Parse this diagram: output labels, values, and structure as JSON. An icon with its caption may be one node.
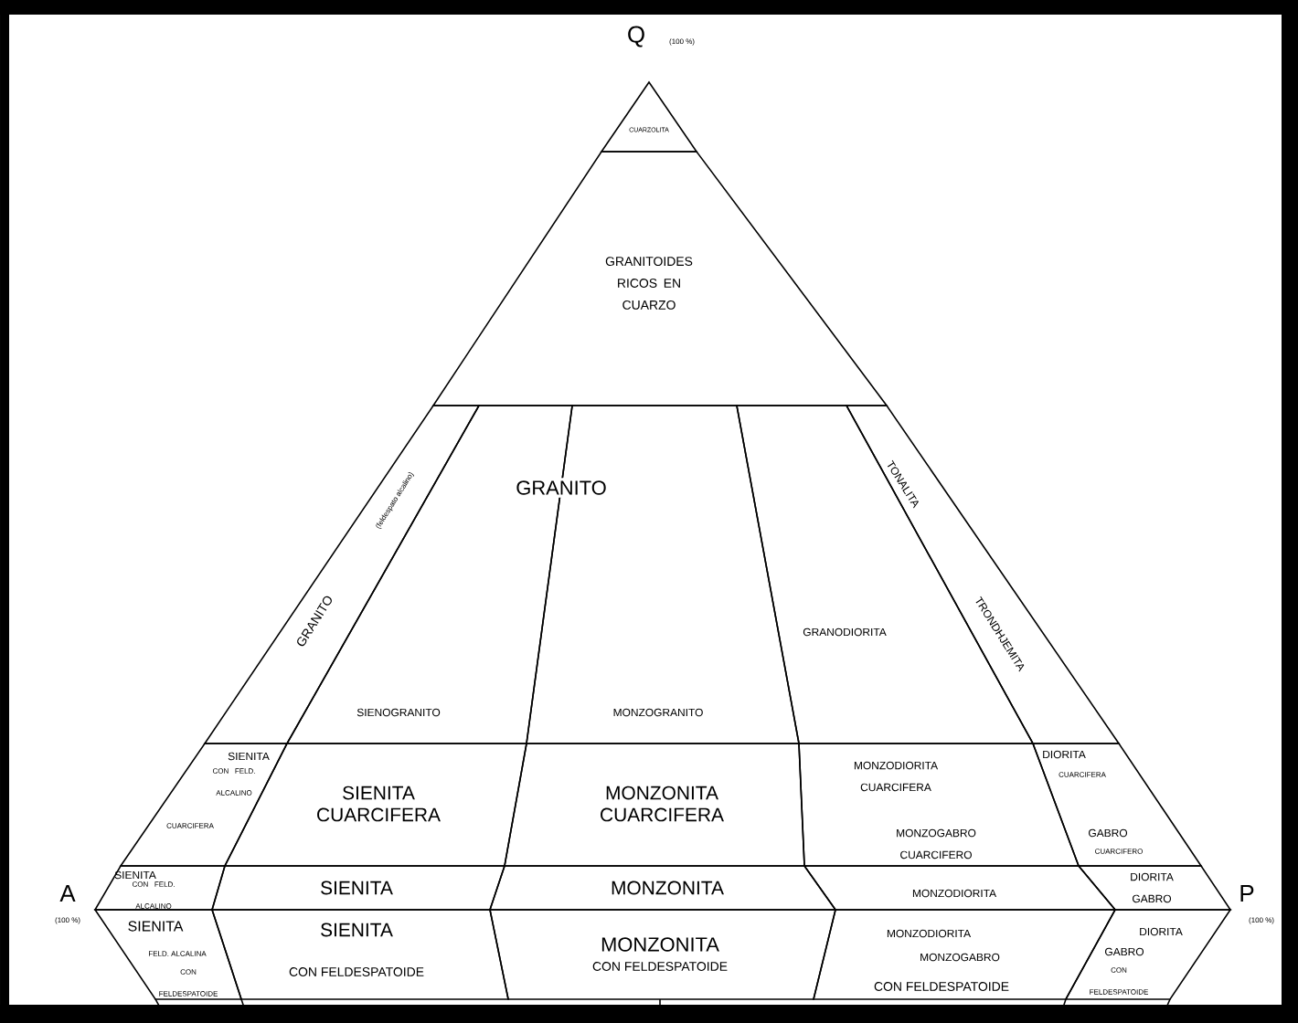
{
  "diagram": {
    "nodes": [
      {
        "text": [
          "CUARZOLITA"
        ]
      },
      {
        "text": [
          "GRANITOIDES RICOS EN CUARZO"
        ]
      },
      {
        "text": [
          "GRANITO",
          "(feldespato alcalino)"
        ]
      },
      {
        "text": [
          "SIENOGRANITO"
        ]
      },
      {
        "text": [
          "MONZOGRANITO"
        ]
      },
      {
        "text": [
          "GRANODIORITA"
        ]
      },
      {
        "text": [
          "TONALITA",
          "TRONDHJEMITA"
        ]
      },
      {
        "text": [
          "SIENITA",
          "CON FELD. ALCALINO",
          "CUARCIFERA"
        ]
      },
      {
        "text": [
          "SIENITA CUARCIFERA"
        ]
      },
      {
        "text": [
          "MONZONITA CUARCIFERA"
        ]
      },
      {
        "text": [
          "MONZODIORITA CUARCIFERA",
          "MONZOGABRO CUARCIFERO"
        ]
      },
      {
        "text": [
          "DIORITA",
          "CUARCIFERA",
          "GABRO",
          "CUARCIFERO"
        ]
      },
      {
        "text": [
          "SIENITA",
          "CON FELD. ALCALINO"
        ]
      },
      {
        "text": [
          "SIENITA"
        ]
      },
      {
        "text": [
          "MONZONITA"
        ]
      },
      {
        "text": [
          "MONZODIORITA"
        ]
      },
      {
        "text": [
          "DIORITA GABRO"
        ]
      },
      {
        "text": [
          "SIENITA",
          "FELD. ALCALINA",
          "CON FELDESPATOIDE"
        ]
      },
      {
        "text": [
          "SIENITA",
          "CON FELDESPATOIDE"
        ]
      },
      {
        "text": [
          "MONZONITA",
          "CON FELDESPATOIDE"
        ]
      },
      {
        "text": [
          "MONZODIORITA",
          "MONZOGABRO",
          "CON FELDESPATOIDE"
        ]
      },
      {
        "text": [
          "DIORITA",
          "GABRO",
          "CON FELDESPATOIDE"
        ]
      }
    ],
    "labels": [
      "Q",
      "(100 %)",
      "A",
      "(100 %)",
      "P",
      "(100 %)",
      "GRANITO"
    ]
  }
}
